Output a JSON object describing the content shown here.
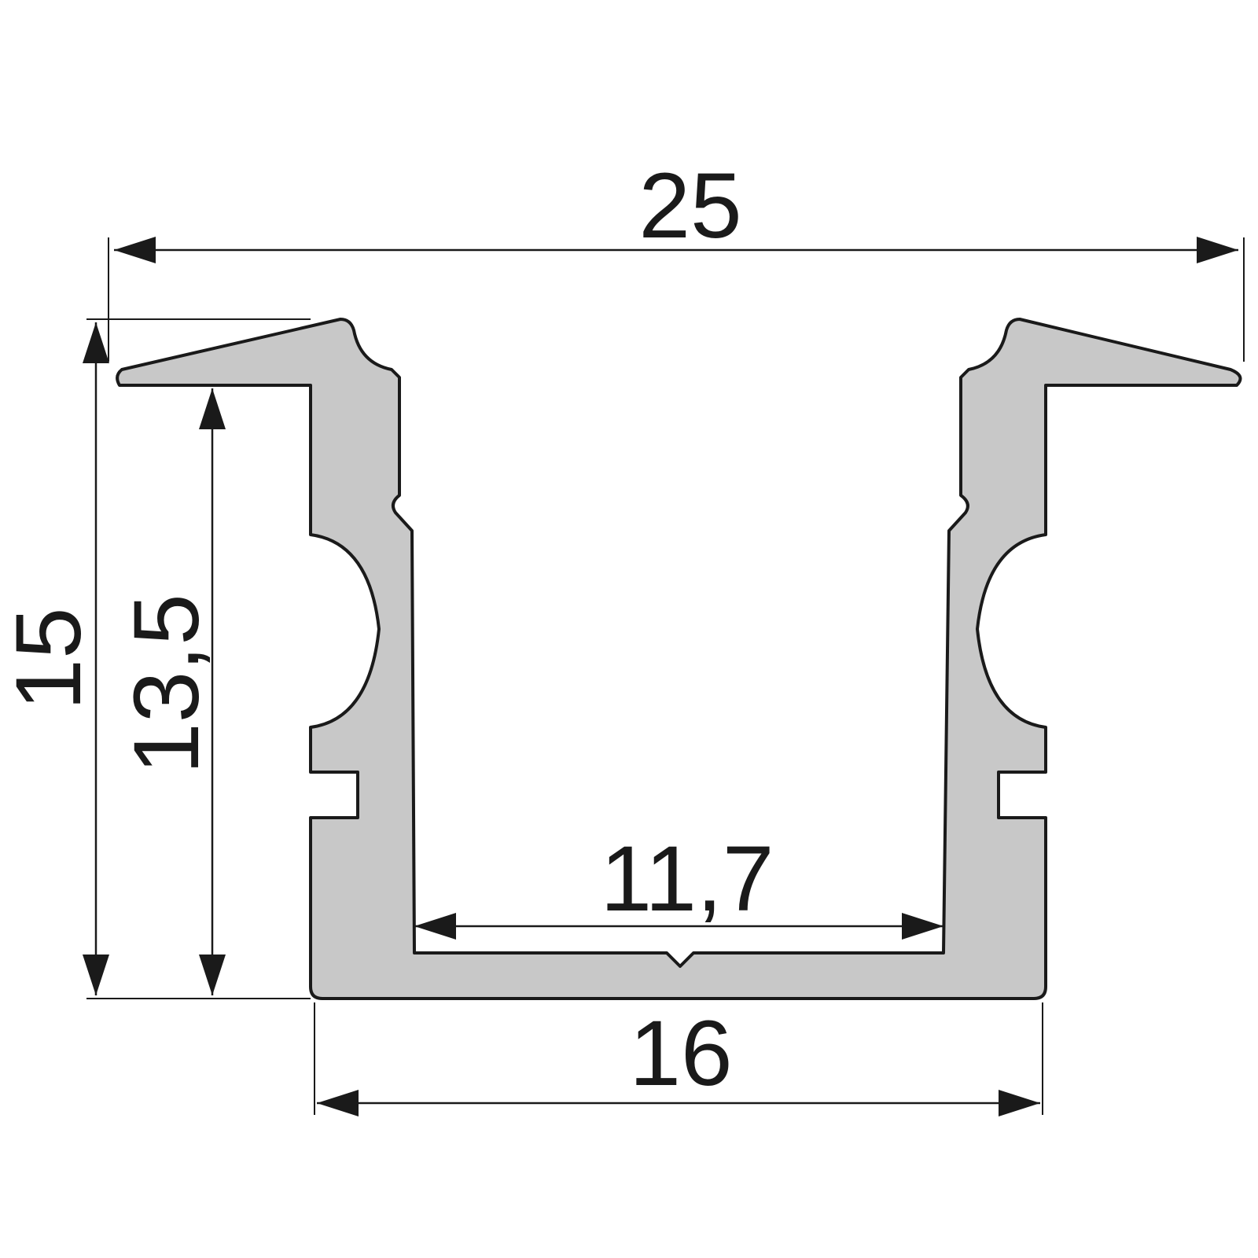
{
  "colors": {
    "profile_fill": "#c8c8c8",
    "line": "#1a1a1a",
    "background": "#ffffff"
  },
  "dimensions": {
    "overall_width": "25",
    "overall_height": "15",
    "inner_height": "13,5",
    "inner_width": "11,7",
    "base_width": "16"
  }
}
